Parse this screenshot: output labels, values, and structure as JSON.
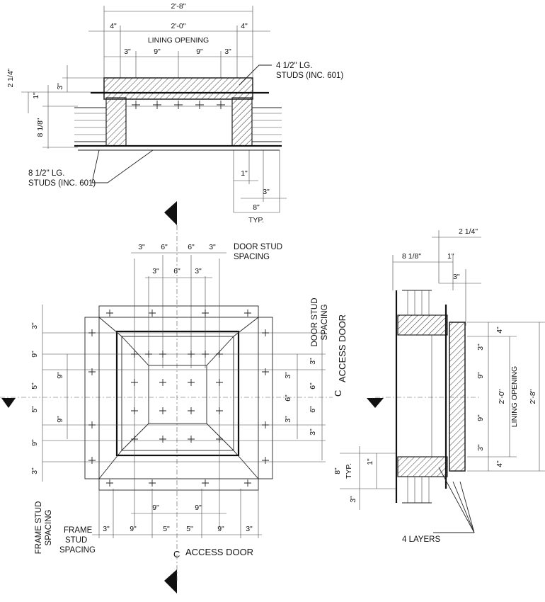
{
  "colors": {
    "ink": "#111111",
    "hatch": "#333333",
    "background": "#ffffff"
  },
  "icons": [
    "section-arrow-icon",
    "centerline-icon",
    "stud-cross-icon",
    "leader-arrow-icon"
  ],
  "top_section": {
    "overall_width": "2'-8\"",
    "flange_left": "4\"",
    "opening": "2'-0\"",
    "flange_right": "4\"",
    "lining_opening": "LINING OPENING",
    "spacings": [
      "3\"",
      "9\"",
      "9\"",
      "3\""
    ],
    "depth_2_1_4": "2 1/4\"",
    "depth_3": "3\"",
    "depth_1": "1\"",
    "depth_8_1_8": "8 1/8\"",
    "stud_note_top_line1": "4 1/2\" LG.",
    "stud_note_top_line2": "STUDS (INC. 601)",
    "stud_note_bottom_line1": "8 1/2\" LG.",
    "stud_note_bottom_line2": "STUDS (INC. 601)",
    "dim_1": "1\"",
    "dim_3": "3\"",
    "dim_8": "8\"",
    "typ": "TYP."
  },
  "plan": {
    "door_stud_top": [
      "3\"",
      "6\"",
      "6\"",
      "3\""
    ],
    "door_stud_label_line1": "DOOR STUD",
    "door_stud_label_line2": "SPACING",
    "top_second_row": [
      "3\"",
      "6\"",
      "3\""
    ],
    "left_outer": [
      "3\"",
      "9\"",
      "5\"",
      "5\"",
      "9\"",
      "3\""
    ],
    "left_inner": [
      "9\"",
      "9\""
    ],
    "right_inner": [
      "3\"",
      "6\"",
      "3\""
    ],
    "right_outer": [
      "3\"",
      "6\"",
      "6\"",
      "3\""
    ],
    "right_door_stud_line1": "DOOR STUD",
    "right_door_stud_line2": "SPACING",
    "centerline_access_door_right": "ACCESS DOOR",
    "bottom_inner": [
      "9\"",
      "9\""
    ],
    "bottom_outer": [
      "3\"",
      "9\"",
      "5\"",
      "5\"",
      "9\"",
      "3\""
    ],
    "frame_stud_label_line1": "FRAME",
    "frame_stud_label_line2": "STUD",
    "frame_stud_label_line3": "SPACING",
    "frame_stud_vertical_line1": "FRAME STUD",
    "frame_stud_vertical_line2": "SPACING",
    "centerline_access_door_bottom": "ACCESS DOOR",
    "centerline_symbol": "C"
  },
  "side_section": {
    "dim_2_1_4": "2 1/4\"",
    "dim_8_1_8": "8 1/8\"",
    "dim_1": "1\"",
    "dim_3": "3\"",
    "right_spacings": [
      "4\"",
      "3\"",
      "9\"",
      "9\"",
      "3\"",
      "4\""
    ],
    "opening": "2'-0\"",
    "lining_opening": "LINING OPENING",
    "overall": "2'-8\"",
    "dim_8": "8\"",
    "typ": "TYP.",
    "dim_1_low": "1\"",
    "dim_3_low": "3\"",
    "layers_note": "4 LAYERS"
  }
}
